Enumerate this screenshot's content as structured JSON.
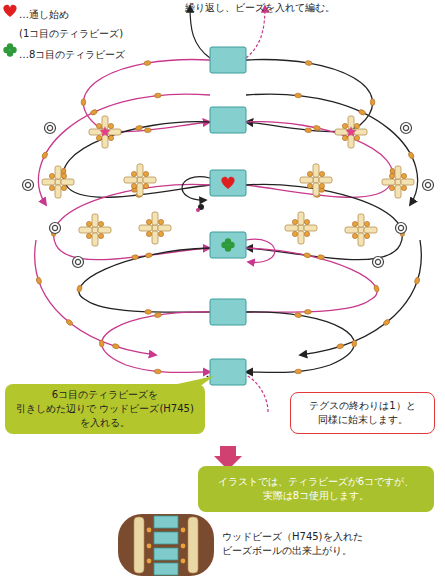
{
  "diagram": {
    "nodes": [
      {
        "text": [
          "6コ目のティラビーズを 引きしめた辺りで ウッドビーズ(H745)を入れる。"
        ]
      },
      {
        "text": [
          "テグスの終わりは1）と 同様に始末します。"
        ]
      },
      {
        "text": [
          "イラストでは、ティラビーズが6コですが、 実際は8コ使用します。"
        ]
      }
    ],
    "labels": [
      "繰り返し、ビーズを入れて編む。",
      "ウッドビーズ（H745)を入れた ビーズボールの出来上がり。"
    ],
    "legend": [
      {
        "text": "…通し始め (1コ目のティラビーズ)"
      },
      {
        "text": "…8コ目のティラビーズ"
      }
    ]
  }
}
